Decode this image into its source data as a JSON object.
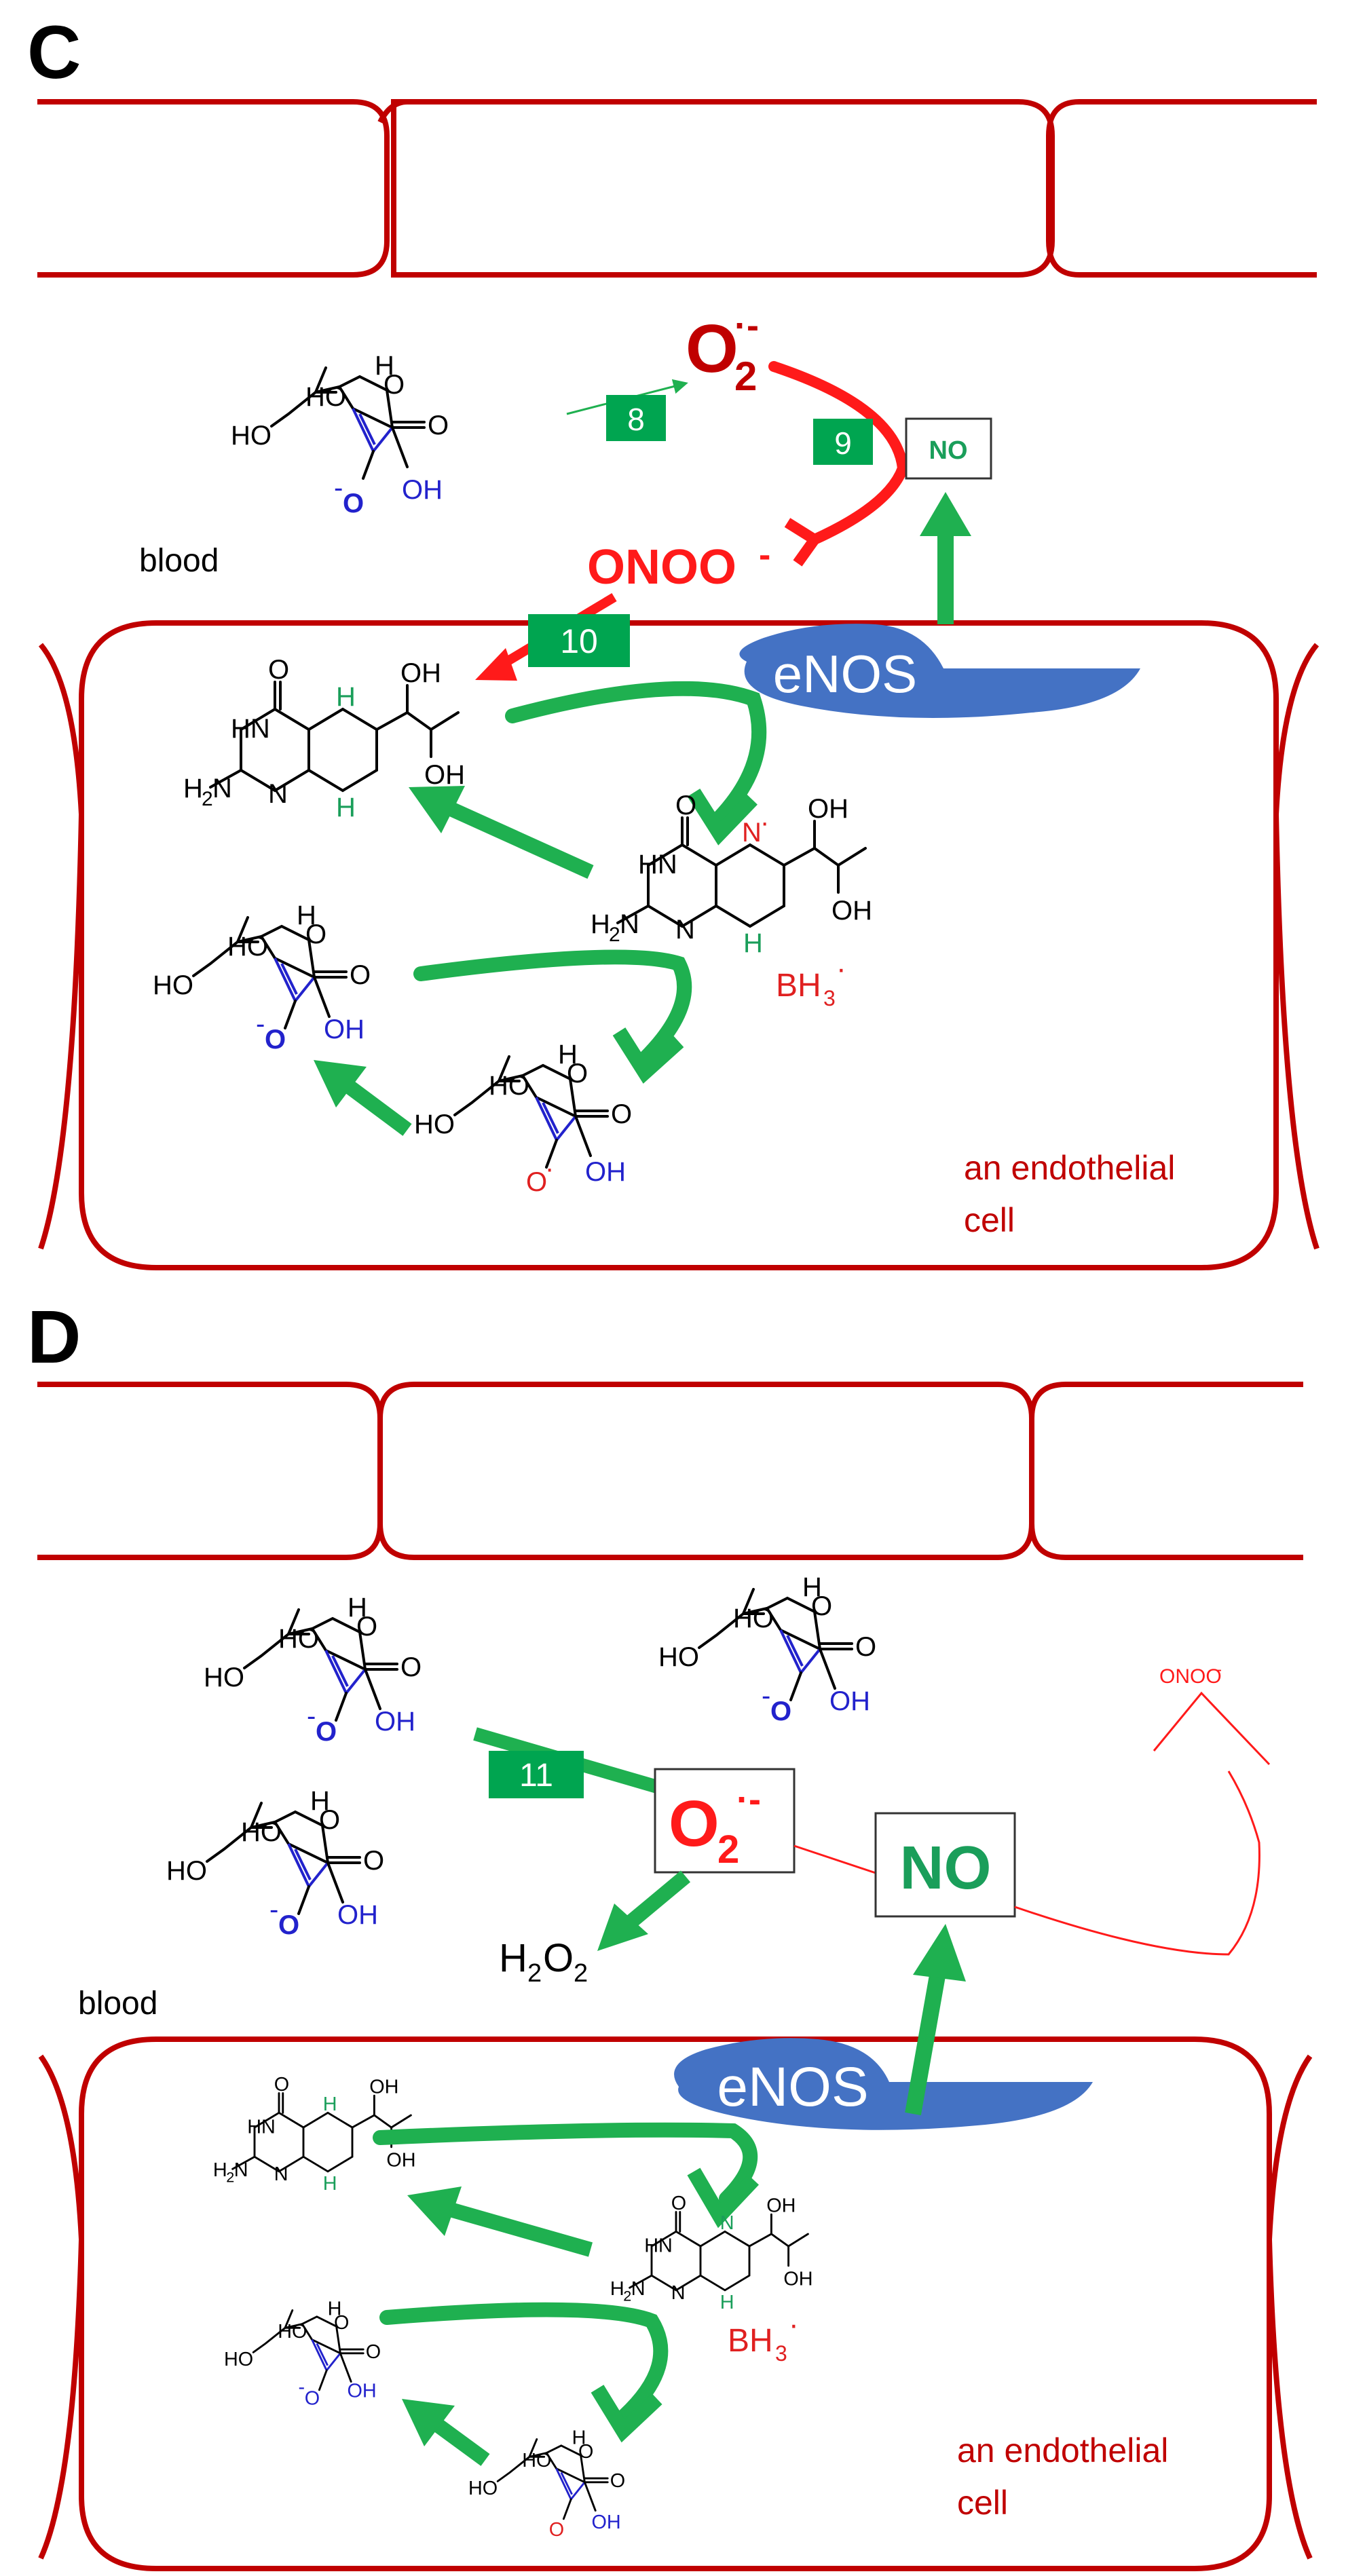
{
  "panels": {
    "c": {
      "label": "C",
      "blood": "blood",
      "cell_line1": "an endothelial",
      "cell_line2": "cell",
      "superoxide_main": "O",
      "superoxide_sub": "2",
      "superoxide_sup": "·-",
      "no": "NO",
      "peroxynitrite_main": "ONOO",
      "peroxynitrite_sup": "-",
      "enos": "eNOS",
      "bh3_main": "BH",
      "bh3_sub": "3",
      "bh3_sup": "·",
      "step_8": "8",
      "step_9": "9",
      "step_10": "10"
    },
    "d": {
      "label": "D",
      "blood": "blood",
      "cell_line1": "an endothelial",
      "cell_line2": "cell",
      "superoxide_main": "O",
      "superoxide_sub": "2",
      "superoxide_sup": "·-",
      "no": "NO",
      "peroxynitrite_main": "ONOO",
      "peroxynitrite_sup": "-",
      "enos": "eNOS",
      "bh3_main": "BH",
      "bh3_sub": "3",
      "bh3_sup": "·",
      "h2o2_h": "H",
      "h2o2_sub1": "2",
      "h2o2_o": "O",
      "h2o2_sub2": "2",
      "step_11": "11"
    }
  },
  "atoms": {
    "HO": "HO",
    "H": "H",
    "O": "O",
    "OH": "OH",
    "HN": "HN",
    "NH": "H",
    "N": "N",
    "H2N_H": "H",
    "H2N_sub": "2",
    "H2N_N": "N",
    "Ominus": "O",
    "minus": "-",
    "dot": "·"
  },
  "colors": {
    "cell_wall": "#c00000",
    "green_arrow": "#1fb050",
    "red_arrow": "#ff1a1a",
    "enos_fill": "#4472c4",
    "step_box": "#00a550",
    "ascorbate_blue": "#2222cc",
    "radical_red": "#e02020",
    "nitrogen_green": "#1a9e5a"
  }
}
